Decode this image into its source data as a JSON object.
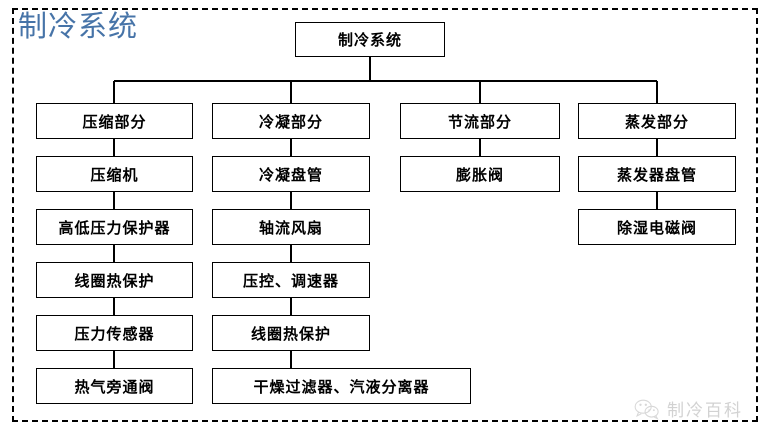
{
  "page": {
    "title": "制冷系统",
    "title_color": "#4774a8",
    "background": "#ffffff",
    "border_style": "dashed",
    "border_color": "#000000"
  },
  "diagram": {
    "type": "tree",
    "root": {
      "label": "制冷系统"
    },
    "branches": [
      {
        "header": "压缩部分",
        "items": [
          "压缩机",
          "高低压力保护器",
          "线圈热保护",
          "压力传感器",
          "热气旁通阀"
        ]
      },
      {
        "header": "冷凝部分",
        "items": [
          "冷凝盘管",
          "轴流风扇",
          "压控、调速器",
          "线圈热保护",
          "干燥过滤器、汽液分离器"
        ]
      },
      {
        "header": "节流部分",
        "items": [
          "膨胀阀"
        ]
      },
      {
        "header": "蒸发部分",
        "items": [
          "蒸发器盘管",
          "除湿电磁阀"
        ]
      }
    ]
  },
  "watermark": {
    "text": "制冷百科",
    "icon": "wechat-icon",
    "color": "#d2d2d2"
  }
}
